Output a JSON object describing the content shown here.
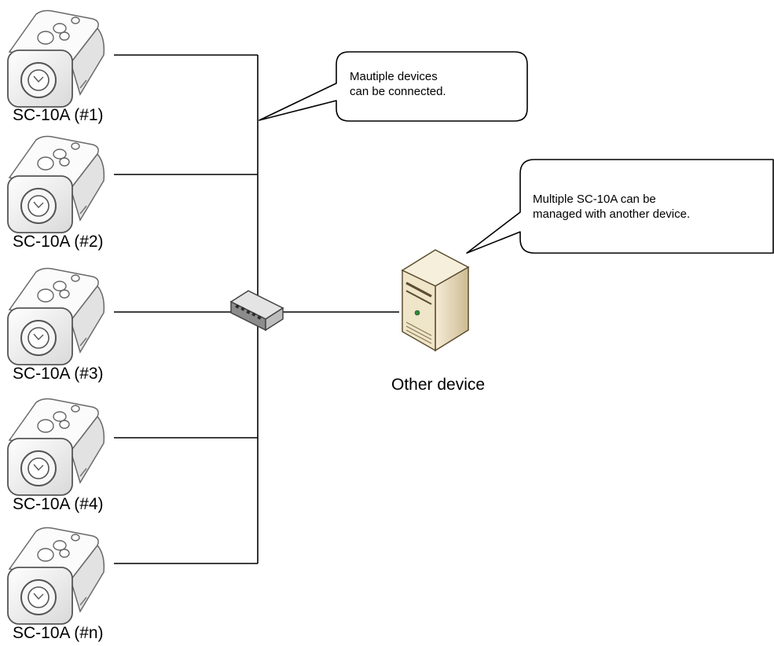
{
  "devices": [
    {
      "label": "SC-10A (#1)"
    },
    {
      "label": "SC-10A (#2)"
    },
    {
      "label": "SC-10A (#3)"
    },
    {
      "label": "SC-10A (#4)"
    },
    {
      "label": "SC-10A (#n)"
    }
  ],
  "other_device": {
    "label": "Other device"
  },
  "callouts": {
    "left": {
      "line1": "Mautiple devices",
      "line2": "can be connected."
    },
    "right": {
      "line1": "Multiple SC-10A can be",
      "line2": "managed with another device."
    }
  },
  "icons": {
    "camera": "camera-icon",
    "hub": "network-switch-icon",
    "server": "server-tower-icon"
  },
  "colors": {
    "line": "#000000",
    "camera_body": "#f4f4f4",
    "server_body": "#e9ddc0"
  }
}
